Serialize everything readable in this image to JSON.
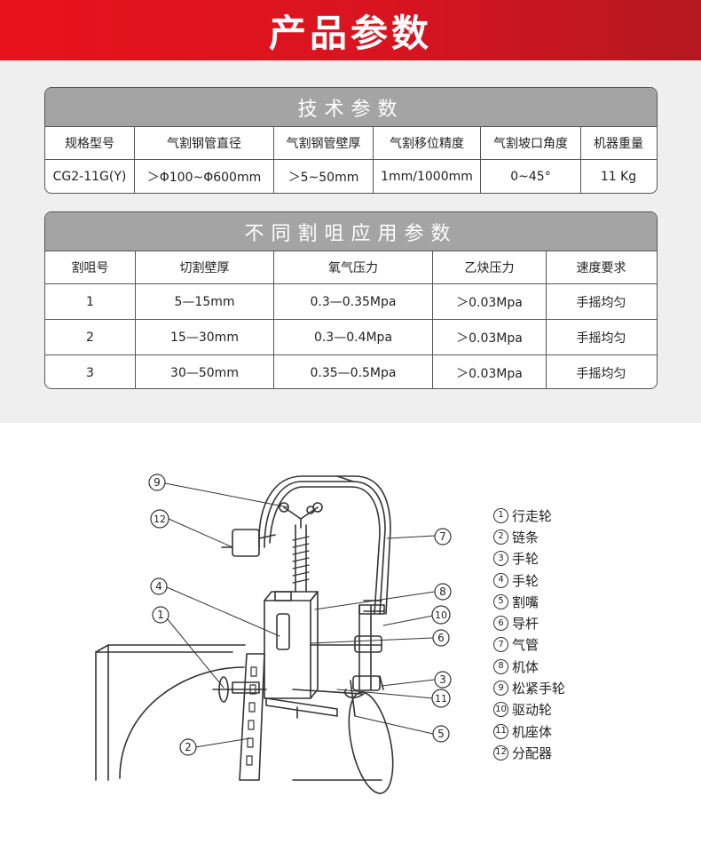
{
  "banner": {
    "title": "产品参数"
  },
  "tech_table": {
    "title": "技术参数",
    "headers": [
      "规格型号",
      "气割钢管直径",
      "气割钢管壁厚",
      "气割移位精度",
      "气割坡口角度",
      "机器重量"
    ],
    "row": [
      "CG2-11G(Y)",
      "＞Φ100~Φ600mm",
      "＞5~50mm",
      "1mm/1000mm",
      "0~45°",
      "11  Kg"
    ]
  },
  "nozzle_table": {
    "title": "不同割咀应用参数",
    "headers": [
      "割咀号",
      "切割壁厚",
      "氧气压力",
      "乙炔压力",
      "速度要求"
    ],
    "rows": [
      [
        "1",
        "5—15mm",
        "0.3—0.35Mpa",
        "＞0.03Mpa",
        "手摇均匀"
      ],
      [
        "2",
        "15—30mm",
        "0.3—0.4Mpa",
        "＞0.03Mpa",
        "手摇均匀"
      ],
      [
        "3",
        "30—50mm",
        "0.35—0.5Mpa",
        "＞0.03Mpa",
        "手摇均匀"
      ]
    ]
  },
  "diagram": {
    "callouts": [
      "9",
      "12",
      "4",
      "1",
      "2",
      "7",
      "8",
      "10",
      "6",
      "3",
      "11",
      "5"
    ]
  },
  "legend": {
    "items": [
      {
        "num": "1",
        "label": "行走轮"
      },
      {
        "num": "2",
        "label": "链条"
      },
      {
        "num": "3",
        "label": "手轮"
      },
      {
        "num": "4",
        "label": "手轮"
      },
      {
        "num": "5",
        "label": "割嘴"
      },
      {
        "num": "6",
        "label": "导杆"
      },
      {
        "num": "7",
        "label": "气管"
      },
      {
        "num": "8",
        "label": "机体"
      },
      {
        "num": "9",
        "label": "松紧手轮"
      },
      {
        "num": "10",
        "label": "驱动轮"
      },
      {
        "num": "11",
        "label": "机座体"
      },
      {
        "num": "12",
        "label": "分配器"
      }
    ]
  }
}
